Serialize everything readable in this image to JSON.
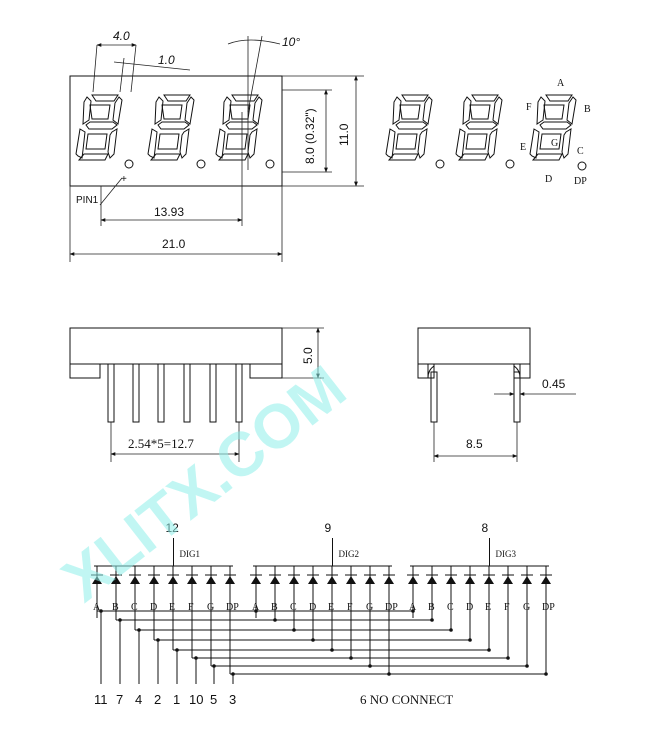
{
  "watermark": "XLITX.COM",
  "front_view": {
    "dim_top_left": "4.0",
    "dim_top_mid": "1.0",
    "angle": "10°",
    "dim_height_inner": "8.0 (0.32\")",
    "dim_height_outer": "11.0",
    "pin_label": "PIN1",
    "dim_pitch": "13.93",
    "dim_width": "21.0"
  },
  "segment_labels": {
    "a": "A",
    "b": "B",
    "c": "C",
    "d": "D",
    "e": "E",
    "f": "F",
    "g": "G",
    "dp": "DP"
  },
  "side_view": {
    "dim_height": "5.0",
    "dim_pin_span": "2.54*5=12.7",
    "dim_pin_width": "0.45",
    "dim_depth": "8.5"
  },
  "schematic": {
    "digits": [
      {
        "name": "DIG1",
        "pin": "12"
      },
      {
        "name": "DIG2",
        "pin": "9"
      },
      {
        "name": "DIG3",
        "pin": "8"
      }
    ],
    "segments": [
      "A",
      "B",
      "C",
      "D",
      "E",
      "F",
      "G",
      "DP"
    ],
    "bottom_pins": [
      "11",
      "7",
      "4",
      "2",
      "1",
      "10",
      "5",
      "3"
    ],
    "note": "6 NO CONNECT"
  }
}
